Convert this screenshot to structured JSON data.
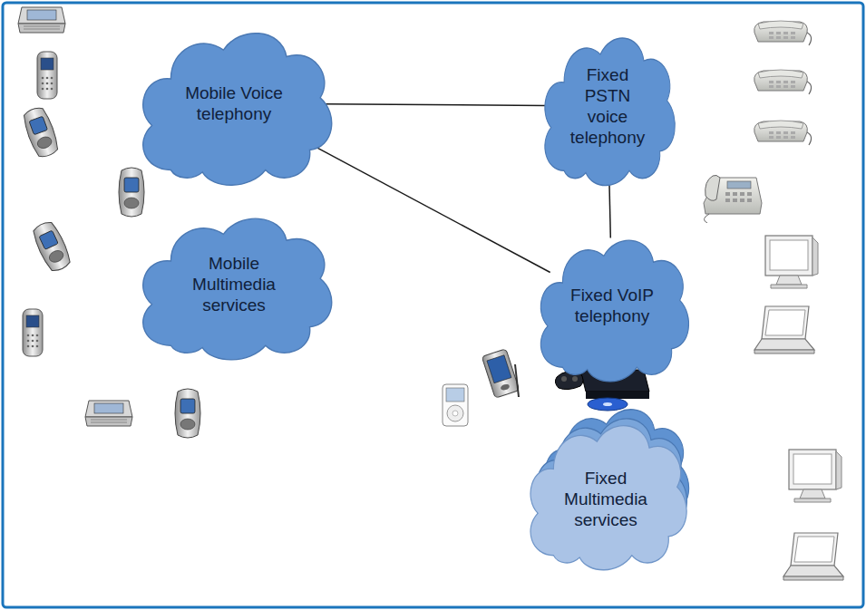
{
  "diagram": {
    "nodes": [
      {
        "text": [
          "Mobile Voice telephony"
        ]
      },
      {
        "text": [
          "Mobile Multimedia services"
        ]
      },
      {
        "text": [
          "Fixed PSTN voice telephony"
        ]
      },
      {
        "text": [
          "Fixed VoIP telephony"
        ]
      },
      {
        "text": [
          "Fixed Multimedia services"
        ]
      }
    ],
    "edges": [
      {
        "from": 0,
        "to": 2,
        "arrow": "none"
      },
      {
        "from": 0,
        "to": 3,
        "arrow": "none"
      },
      {
        "from": 2,
        "to": 3,
        "arrow": "none"
      }
    ]
  }
}
